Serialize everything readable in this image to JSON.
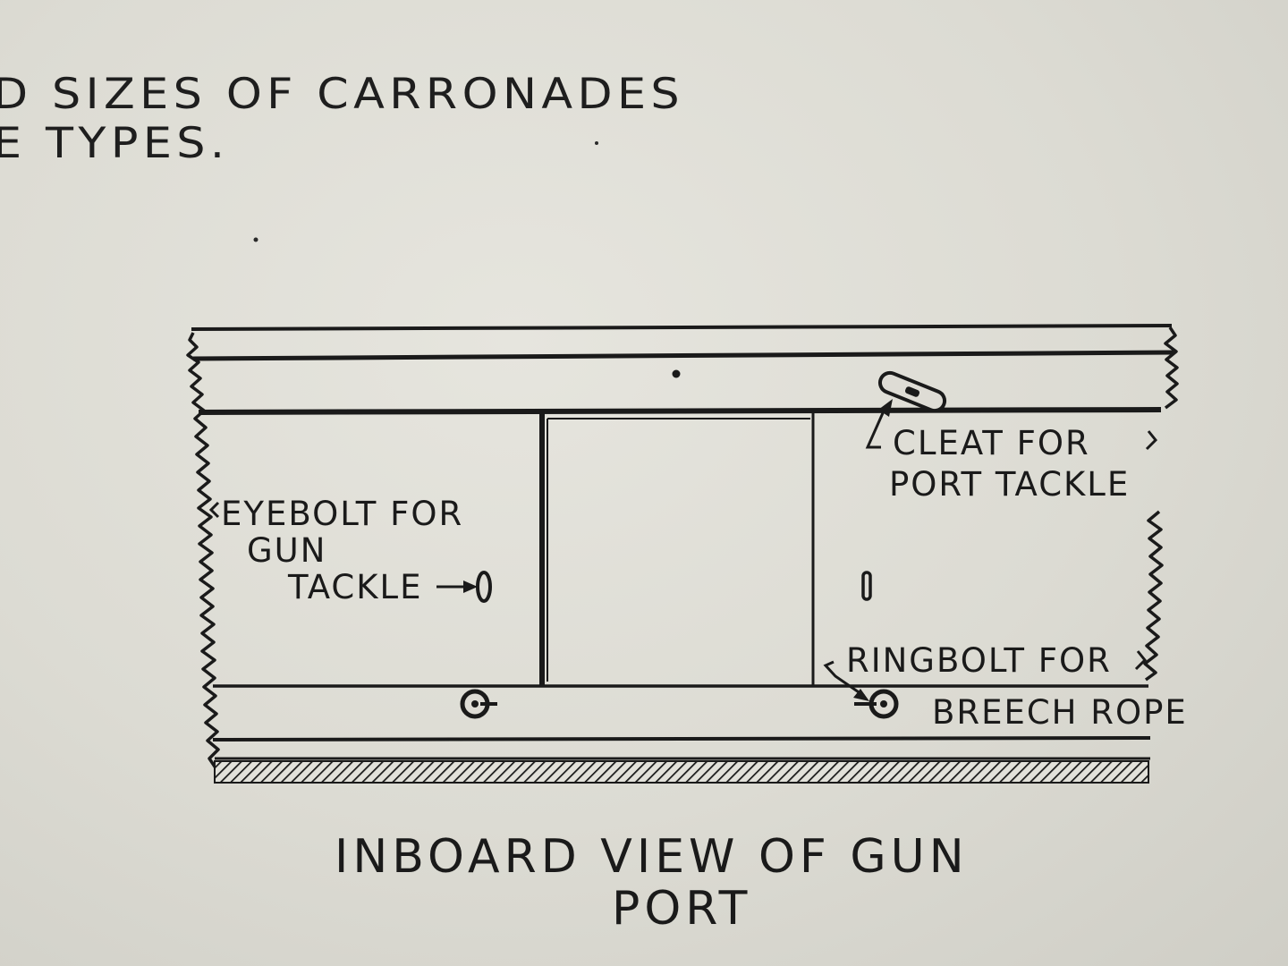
{
  "heading": {
    "line1": "D SIZES OF CARRONADES",
    "line2": "E TYPES."
  },
  "labels": {
    "eyebolt_line1": "EYEBOLT FOR",
    "eyebolt_line2": "GUN",
    "eyebolt_line3": "TACKLE",
    "cleat_line1": "CLEAT FOR",
    "cleat_line2": "PORT TACKLE",
    "ringbolt_line1": "RINGBOLT FOR",
    "ringbolt_line2": "BREECH ROPE"
  },
  "caption": {
    "line1": "INBOARD VIEW OF GUN",
    "line2": "PORT"
  },
  "colors": {
    "paper": "#dcdbd3",
    "ink": "#1a1a1a"
  }
}
